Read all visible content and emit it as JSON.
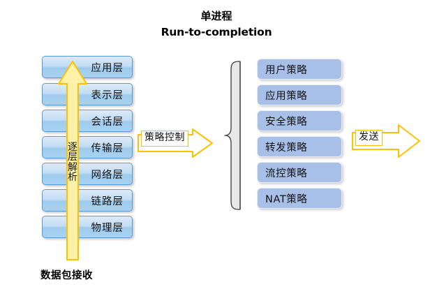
{
  "title": {
    "line1": "单进程",
    "line2": "Run-to-completion"
  },
  "osi_stack": {
    "name": "osi-layer-stack",
    "layers": [
      {
        "label": "应用层"
      },
      {
        "label": "表示层"
      },
      {
        "label": "会话层"
      },
      {
        "label": "传输层"
      },
      {
        "label": "网络层"
      },
      {
        "label": "链路层"
      },
      {
        "label": "物理层"
      }
    ]
  },
  "up_arrow": {
    "icon": "up-arrow-icon",
    "label_chars": [
      "逐",
      "层",
      "解",
      "析"
    ],
    "label": "逐层解析",
    "fill": "#FFF2A8",
    "stroke": "#FFC000"
  },
  "bottom_caption": {
    "text": "数据包接收"
  },
  "policy_control_arrow": {
    "icon": "right-arrow-icon",
    "label": "策略控制",
    "fill": "#FFFFFF",
    "stroke": "#FFC000"
  },
  "send_arrow": {
    "icon": "right-arrow-icon",
    "label": "发送",
    "fill": "#FFFFFF",
    "stroke": "#FFC000"
  },
  "brace": {
    "icon": "curly-brace-icon",
    "fill": "#E8E8E8",
    "stroke": "#3A3A3A"
  },
  "policy_stack": {
    "name": "policy-stack",
    "items": [
      {
        "label": "用户策略"
      },
      {
        "label": "应用策略"
      },
      {
        "label": "安全策略"
      },
      {
        "label": "转发策略"
      },
      {
        "label": "流控策略"
      },
      {
        "label": "NAT策略"
      }
    ]
  },
  "colors": {
    "layer_border": "#5B9BD5",
    "layer_fill_top": "#DCEAF8",
    "layer_fill_bottom": "#A9D2F0",
    "policy_fill": "#A8C0E8",
    "arrow_stroke": "#FFC000",
    "arrow_fill": "#FFF2A8",
    "text": "#111111"
  }
}
